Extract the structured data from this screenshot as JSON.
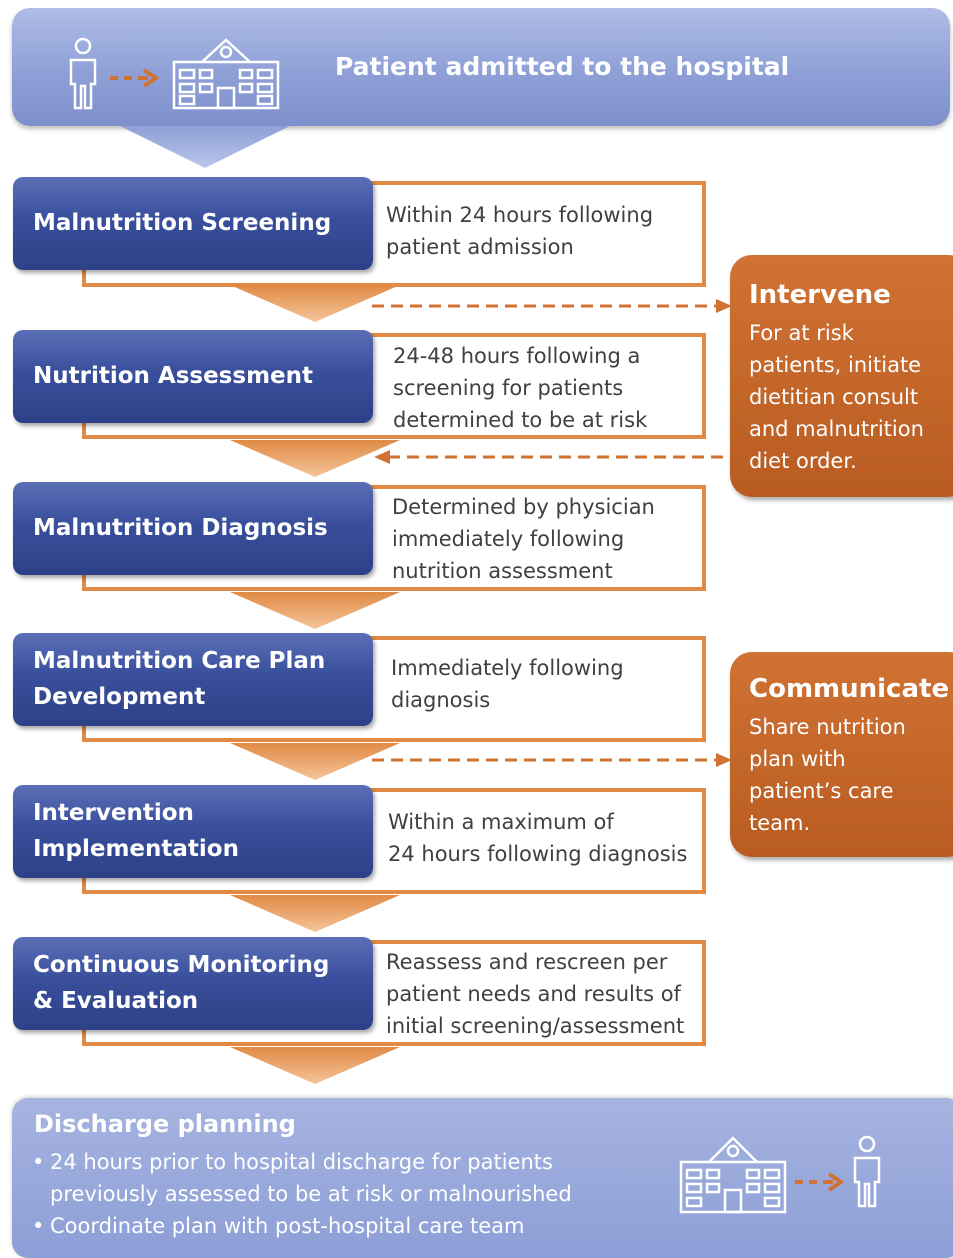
{
  "header": {
    "title": "Patient admitted to the hospital"
  },
  "steps": [
    {
      "label": "Malnutrition Screening",
      "description": "Within 24 hours following\npatient admission"
    },
    {
      "label": "Nutrition Assessment",
      "description": "24-48 hours following a\nscreening for patients\ndetermined to be at risk"
    },
    {
      "label": "Malnutrition Diagnosis",
      "description": "Determined by physician\nimmediately following\nnutrition assessment"
    },
    {
      "label": "Malnutrition Care Plan\nDevelopment",
      "description": "Immediately following\ndiagnosis"
    },
    {
      "label": "Intervention\nImplementation",
      "description": "Within a maximum of\n24 hours following diagnosis"
    },
    {
      "label": "Continuous Monitoring\n& Evaluation",
      "description": "Reassess and rescreen per\npatient needs and results of\ninitial screening/assessment"
    }
  ],
  "side_boxes": {
    "intervene": {
      "title": "Intervene",
      "body": "For at risk\npatients, initiate\ndietitian consult\nand malnutrition\ndiet order."
    },
    "communicate": {
      "title": "Communicate",
      "body": "Share nutrition\nplan with\npatient’s care\nteam."
    }
  },
  "discharge": {
    "title": "Discharge planning",
    "bullets": [
      {
        "line1": "24 hours prior to hospital discharge for patients",
        "line2": "previously assessed to be at risk or malnourished"
      },
      {
        "line1": "Coordinate plan with post-hospital care team"
      }
    ]
  },
  "icons": {
    "patient": "person-icon",
    "hospital": "hospital-icon",
    "arrow": "dashed-arrow-icon"
  },
  "colors": {
    "step_blue": "#3a4f9c",
    "accent_orange": "#e08a45",
    "side_orange": "#c0632a",
    "banner_blue": "#8ea0d6"
  }
}
